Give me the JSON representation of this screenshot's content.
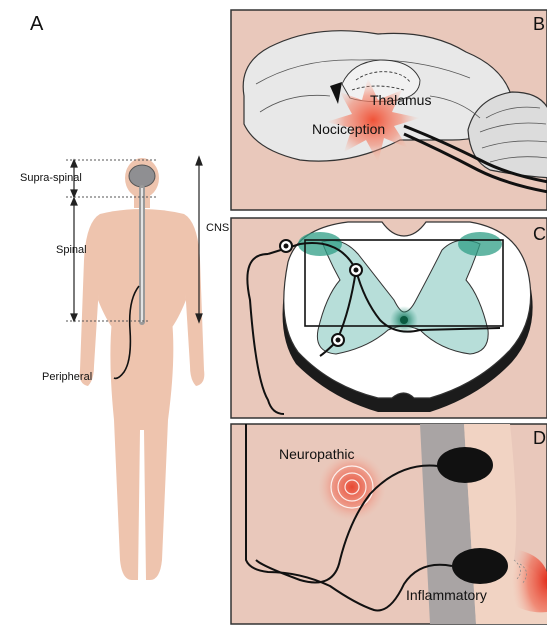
{
  "panels": {
    "a": {
      "letter": "A",
      "labels": {
        "supra_spinal": "Supra-spinal",
        "spinal": "Spinal",
        "peripheral": "Peripheral",
        "cns": "CNS"
      }
    },
    "b": {
      "letter": "B",
      "labels": {
        "thalamus": "Thalamus",
        "nociception": "Nociception"
      }
    },
    "c": {
      "letter": "C"
    },
    "d": {
      "letter": "D",
      "labels": {
        "neuropathic": "Neuropathic",
        "inflammatory": "Inflammatory"
      }
    }
  },
  "colors": {
    "panel_bg": "#e9c8bb",
    "skin": "#eec4ae",
    "skin_light": "#f1d3c3",
    "brain_fill": "#e6e6e6",
    "pain_red": "#e8402a",
    "teal": "#9fd3cc",
    "teal_dark": "#2f9e86",
    "gray_band": "#a9a4a4",
    "ink": "#111111"
  }
}
